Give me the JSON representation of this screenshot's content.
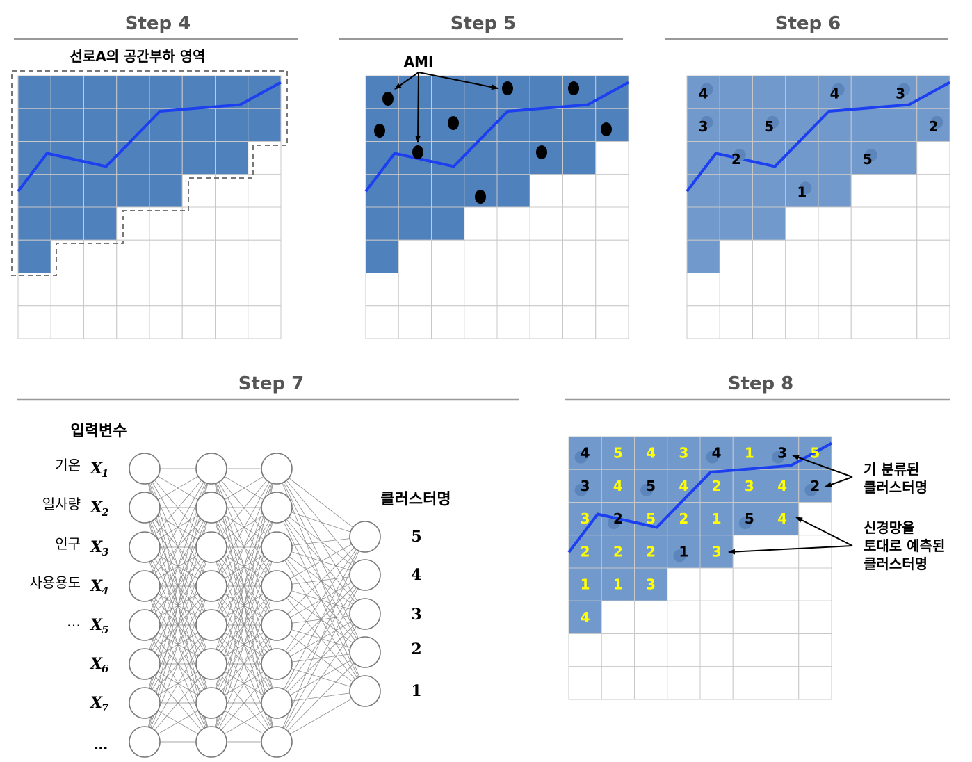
{
  "colors": {
    "title": "#555555",
    "divider": "#999999",
    "cell_dark": "#4f81bd",
    "cell_light": "#7199cc",
    "dot_faint": "#5c86bb",
    "grid_line": "#c8c8c8",
    "route_line": "#1c3ff0",
    "predicted_text": "#ffff00",
    "classified_text": "#000000"
  },
  "step4": {
    "title": "Step 4",
    "region_label": "선로A의 공간부하 영역"
  },
  "step5": {
    "title": "Step 5",
    "ami_label": "AMI"
  },
  "step6": {
    "title": "Step 6",
    "labels": [
      {
        "row": 0,
        "col": 0,
        "text": "4"
      },
      {
        "row": 0,
        "col": 4,
        "text": "4"
      },
      {
        "row": 0,
        "col": 6,
        "text": "3"
      },
      {
        "row": 1,
        "col": 0,
        "text": "3"
      },
      {
        "row": 1,
        "col": 2,
        "text": "5"
      },
      {
        "row": 1,
        "col": 7,
        "text": "2"
      },
      {
        "row": 2,
        "col": 1,
        "text": "2"
      },
      {
        "row": 2,
        "col": 5,
        "text": "5"
      },
      {
        "row": 3,
        "col": 3,
        "text": "1"
      }
    ]
  },
  "step7": {
    "title": "Step 7",
    "inputs_heading": "입력변수",
    "inputs": [
      {
        "name": "기온",
        "sub": "1"
      },
      {
        "name": "일사량",
        "sub": "2"
      },
      {
        "name": "인구",
        "sub": "3"
      },
      {
        "name": "사용용도",
        "sub": "4"
      },
      {
        "name": "…",
        "sub": "5"
      },
      {
        "name": "",
        "sub": "6"
      },
      {
        "name": "",
        "sub": "7"
      }
    ],
    "input_symbol": "X",
    "ellipsis": "…",
    "output_heading": "클러스터명",
    "outputs": [
      "5",
      "4",
      "3",
      "2",
      "1"
    ]
  },
  "step8": {
    "title": "Step 8",
    "grid": [
      [
        "4",
        "5",
        "4",
        "3",
        "4",
        "1",
        "3",
        "5"
      ],
      [
        "3",
        "4",
        "5",
        "4",
        "2",
        "3",
        "4",
        "2"
      ],
      [
        "3",
        "2",
        "5",
        "2",
        "1",
        "5",
        "4",
        ""
      ],
      [
        "2",
        "2",
        "2",
        "1",
        "3",
        "",
        "",
        ""
      ],
      [
        "1",
        "1",
        "3",
        "",
        "",
        "",
        "",
        ""
      ],
      [
        "4",
        "",
        "",
        "",
        "",
        "",
        "",
        ""
      ]
    ],
    "classified": [
      [
        0,
        0
      ],
      [
        0,
        4
      ],
      [
        0,
        6
      ],
      [
        1,
        0
      ],
      [
        1,
        2
      ],
      [
        1,
        7
      ],
      [
        2,
        1
      ],
      [
        2,
        5
      ],
      [
        3,
        3
      ]
    ],
    "annotation_classified": [
      "기 분류된",
      "클러스터명"
    ],
    "annotation_predicted": [
      "신경망을",
      "토대로 예측된",
      "클러스터명"
    ]
  }
}
